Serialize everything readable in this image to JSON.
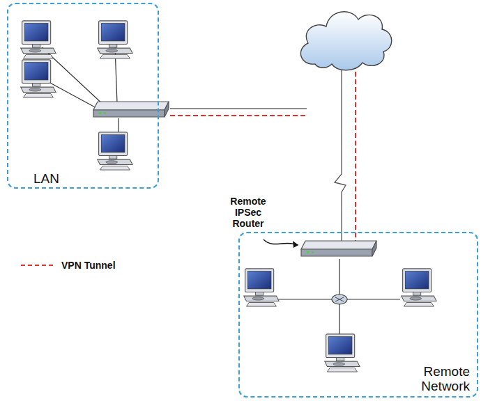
{
  "diagram": {
    "nodes": [
      {
        "text": [
          "LAN"
        ]
      },
      {
        "text": [
          "Remote Network"
        ]
      }
    ],
    "labels": [
      "Remote IPSec Router"
    ],
    "legend": [
      {
        "text": "VPN Tunnel"
      }
    ]
  }
}
